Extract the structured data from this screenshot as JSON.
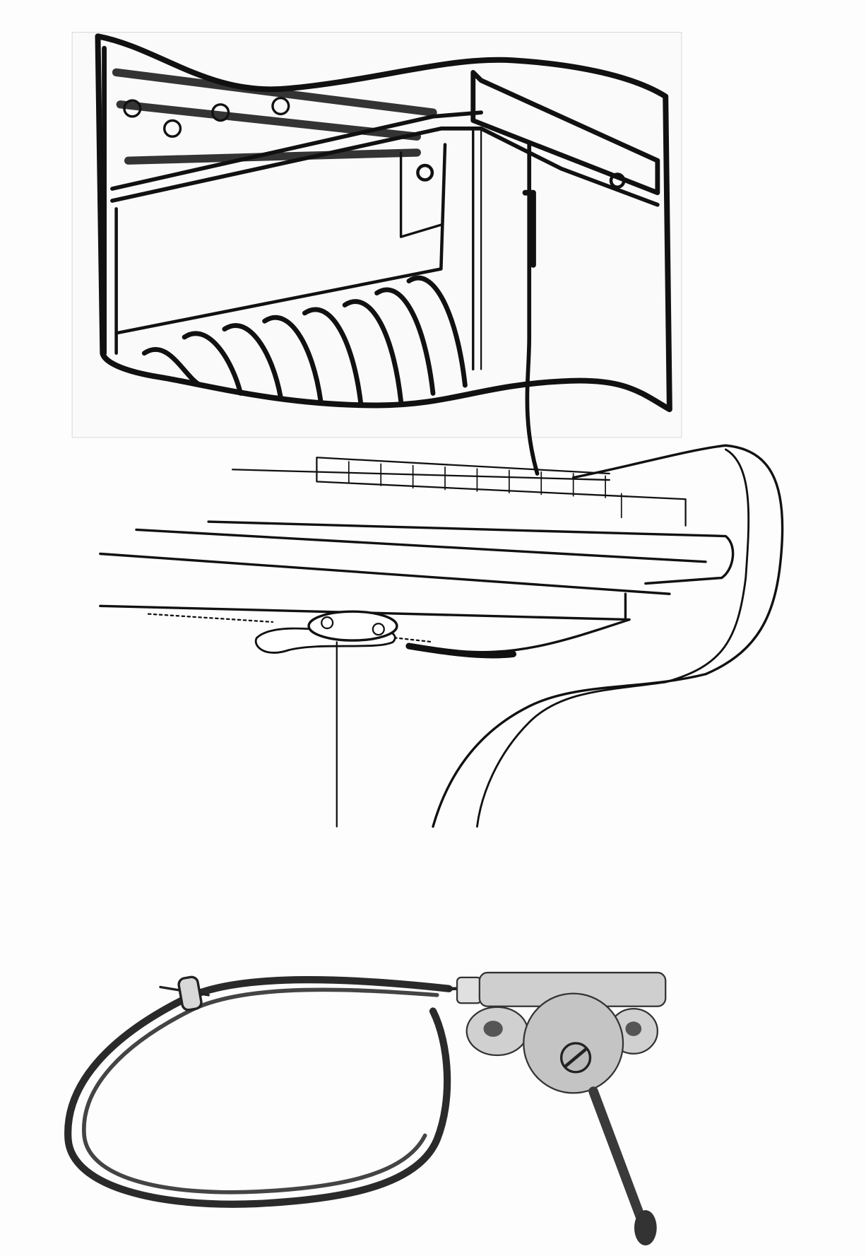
{
  "colors": {
    "ink": "#111111",
    "paper": "#fdfdfd"
  },
  "parts": [
    {
      "name": "drawer-assembly",
      "icon": "drawer-illustration"
    },
    {
      "name": "shelf-with-latch",
      "icon": "latch-illustration"
    },
    {
      "name": "cable-release-lever",
      "icon": "cable-lever-photo"
    }
  ]
}
